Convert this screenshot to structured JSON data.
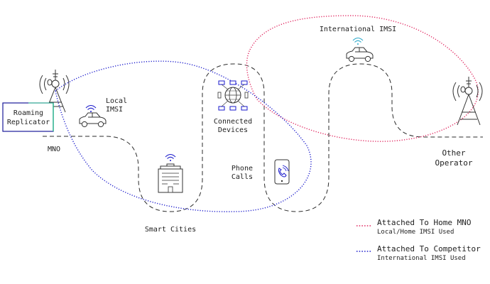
{
  "nodes": {
    "roaming_replicator": {
      "line1": "Roaming",
      "line2": "Replicator"
    },
    "mno": "MNO",
    "local_imsi": {
      "line1": "Local",
      "line2": "IMSI"
    },
    "smart_cities": "Smart Cities",
    "connected_devices": {
      "line1": "Connected",
      "line2": "Devices"
    },
    "phone_calls": {
      "line1": "Phone",
      "line2": "Calls"
    },
    "international_imsi": "International IMSI",
    "other_operator": {
      "line1": "Other",
      "line2": "Operator"
    }
  },
  "legend": {
    "home": {
      "title": "Attached To Home MNO",
      "subtitle": "Local/Home IMSI Used",
      "color": "#e0245e"
    },
    "competitor": {
      "title": "Attached To Competitor",
      "subtitle": "International IMSI Used",
      "color": "#1a1acc"
    }
  },
  "colors": {
    "road": "#2b2b2b",
    "replicator_box_border": "#1a1a99",
    "replicator_box_accent": "#2dbf8f",
    "wifi_blue": "#1a1acc",
    "wifi_teal": "#2aa7c9"
  }
}
